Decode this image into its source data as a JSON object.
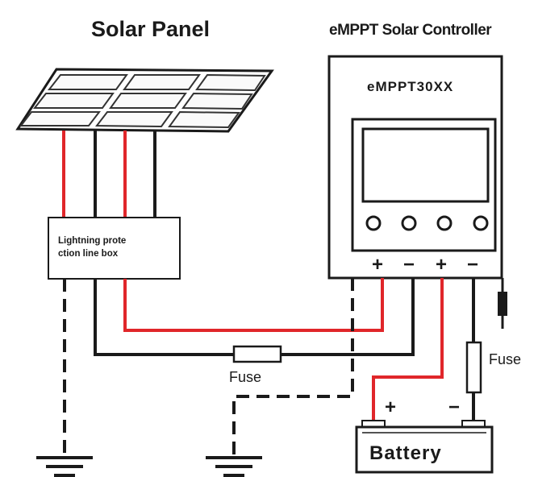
{
  "labels": {
    "solar_panel": "Solar Panel",
    "controller_title": "eMPPT Solar Controller",
    "controller_model": "eMPPT30XX",
    "lightning_box_line1": "Lightning prote",
    "lightning_box_line2": "ction line box",
    "fuse_left": "Fuse",
    "fuse_right": "Fuse",
    "battery": "Battery",
    "battery_plus": "+",
    "battery_minus": "−",
    "terminals": [
      "+",
      "−",
      "+",
      "−"
    ]
  },
  "colors": {
    "positive_wire": "#e0262a",
    "negative_wire": "#1a1a1a",
    "ground_wire": "#1a1a1a"
  },
  "icons": {
    "ground": "ground-symbol-icon",
    "fuse": "fuse-icon",
    "button": "round-button-icon"
  }
}
